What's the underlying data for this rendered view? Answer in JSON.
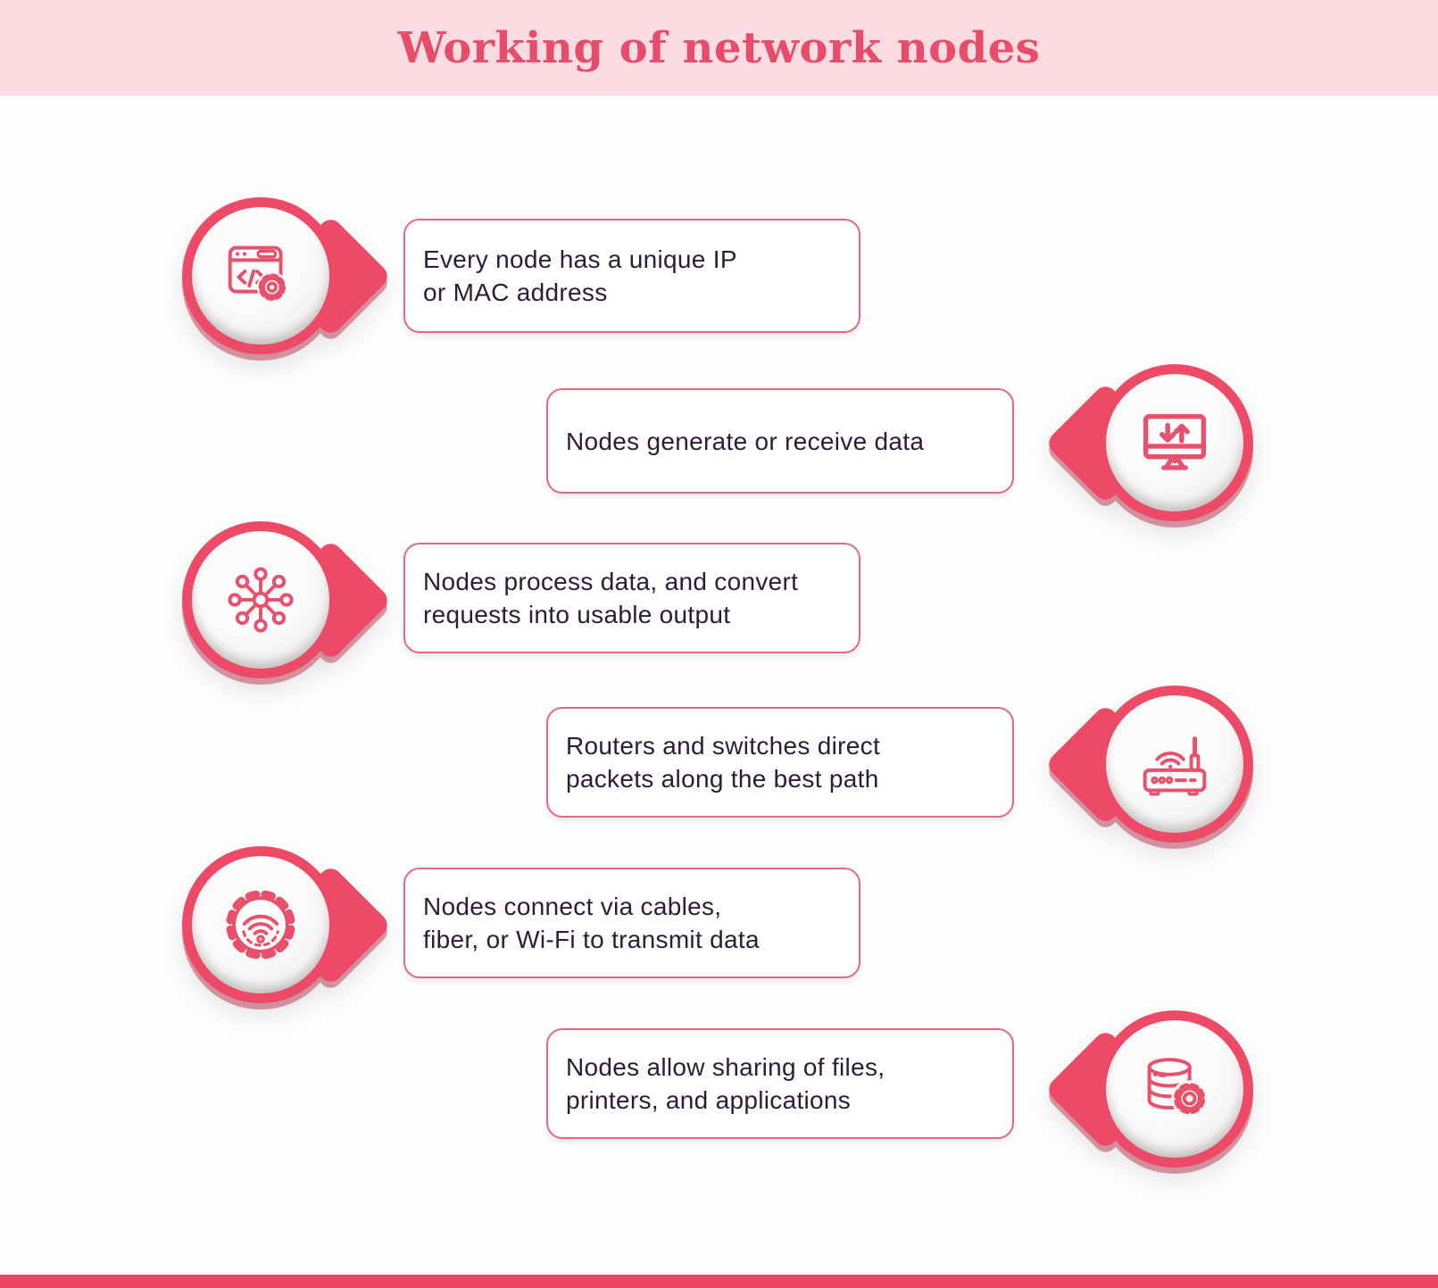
{
  "header": {
    "title": "Working of network nodes"
  },
  "steps": [
    {
      "icon": "code-window-gear-icon",
      "side": "left",
      "text": "Every node has a unique IP\nor MAC address"
    },
    {
      "icon": "data-transfer-monitor-icon",
      "side": "right",
      "text": "Nodes generate or receive data"
    },
    {
      "icon": "network-hub-icon",
      "side": "left",
      "text": "Nodes process data, and convert\nrequests into usable output"
    },
    {
      "icon": "wifi-router-icon",
      "side": "right",
      "text": "Routers and switches direct\npackets along the best path"
    },
    {
      "icon": "gear-wifi-icon",
      "side": "left",
      "text": "Nodes connect via cables,\nfiber, or Wi-Fi to transmit data"
    },
    {
      "icon": "database-gear-icon",
      "side": "right",
      "text": "Nodes allow sharing of files,\nprinters, and applications"
    }
  ],
  "colors": {
    "accent": "#ed4a68",
    "title": "#e74d68",
    "header_bg": "#fbdce2",
    "body_text": "#2e1b3a",
    "box_border": "#e2697e",
    "bottom_bar": "#ee4766"
  }
}
